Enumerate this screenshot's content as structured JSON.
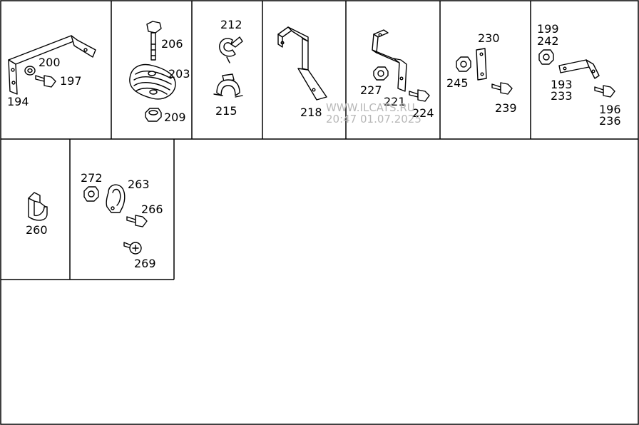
{
  "watermark": {
    "line1": "WWW.ILCATS.RU",
    "line2": "20:47 01.07.2025"
  },
  "panels": [
    {
      "id": "p1",
      "labels": [
        "194",
        "200",
        "197"
      ]
    },
    {
      "id": "p2",
      "labels": [
        "206",
        "203",
        "209"
      ]
    },
    {
      "id": "p3",
      "labels": [
        "212",
        "215"
      ]
    },
    {
      "id": "p4",
      "labels": [
        "218"
      ]
    },
    {
      "id": "p5",
      "labels": [
        "227",
        "221",
        "224"
      ]
    },
    {
      "id": "p6",
      "labels": [
        "230",
        "245",
        "239"
      ]
    },
    {
      "id": "p7",
      "labels": [
        "199",
        "242",
        "193",
        "233",
        "196",
        "236"
      ]
    },
    {
      "id": "p8",
      "labels": [
        "260"
      ]
    },
    {
      "id": "p9",
      "labels": [
        "272",
        "263",
        "266",
        "269"
      ]
    }
  ]
}
